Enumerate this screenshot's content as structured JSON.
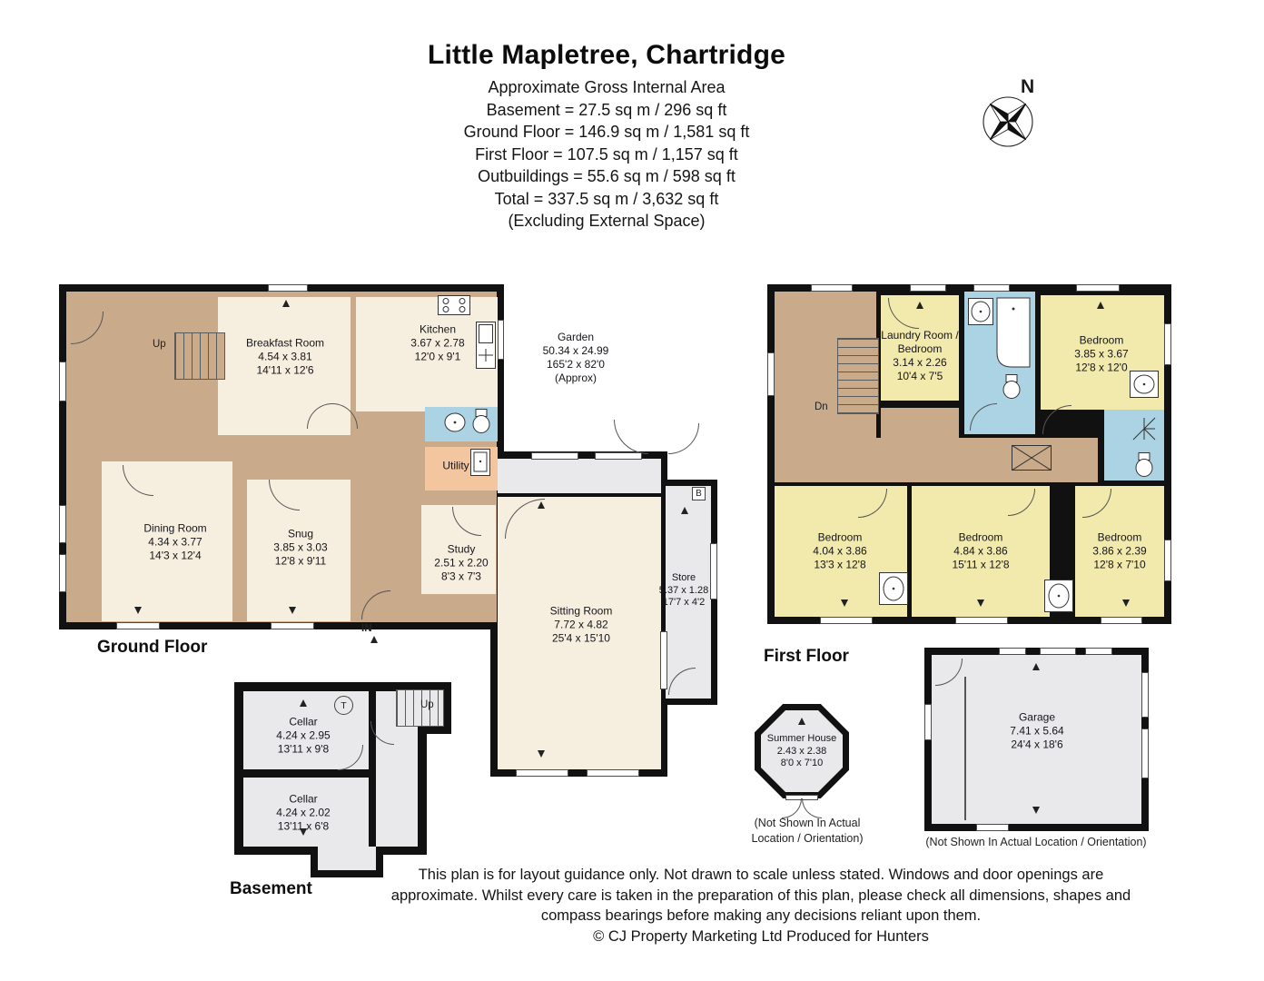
{
  "header": {
    "title": "Little Mapletree, Chartridge",
    "subtitle": "Approximate Gross Internal Area",
    "lines": [
      "Basement = 27.5 sq m / 296 sq ft",
      "Ground Floor = 146.9 sq m / 1,581 sq ft",
      "First Floor = 107.5 sq m / 1,157 sq ft",
      "Outbuildings = 55.6 sq m / 598 sq ft",
      "Total = 337.5 sq m / 3,632 sq ft"
    ],
    "excluding": "(Excluding External Space)"
  },
  "compass": {
    "north": "N"
  },
  "floor_labels": {
    "ground": "Ground Floor",
    "first": "First Floor",
    "basement": "Basement"
  },
  "markers": {
    "in": "IN",
    "up": "Up",
    "dn": "Dn",
    "t": "T",
    "b": "B"
  },
  "notes": {
    "not_shown": "(Not Shown In Actual Location / Orientation)"
  },
  "rooms": {
    "breakfast": {
      "name": "Breakfast Room",
      "metric": "4.54 x 3.81",
      "imperial": "14'11 x 12'6"
    },
    "kitchen": {
      "name": "Kitchen",
      "metric": "3.67 x 2.78",
      "imperial": "12'0 x 9'1"
    },
    "garden": {
      "name": "Garden",
      "metric": "50.34 x 24.99",
      "imperial": "165'2 x 82'0",
      "note": "(Approx)"
    },
    "utility": {
      "name": "Utility"
    },
    "dining": {
      "name": "Dining Room",
      "metric": "4.34 x 3.77",
      "imperial": "14'3 x 12'4"
    },
    "snug": {
      "name": "Snug",
      "metric": "3.85 x 3.03",
      "imperial": "12'8 x 9'11"
    },
    "study": {
      "name": "Study",
      "metric": "2.51 x 2.20",
      "imperial": "8'3 x 7'3"
    },
    "sitting": {
      "name": "Sitting Room",
      "metric": "7.72 x 4.82",
      "imperial": "25'4 x 15'10"
    },
    "store": {
      "name": "Store",
      "metric": "5.37 x 1.28",
      "imperial": "17'7 x 4'2"
    },
    "laundry": {
      "name": "Laundry Room / Bedroom",
      "metric": "3.14 x 2.26",
      "imperial": "10'4 x 7'5"
    },
    "bedroom_top": {
      "name": "Bedroom",
      "metric": "3.85 x 3.67",
      "imperial": "12'8 x 12'0"
    },
    "bedroom_left": {
      "name": "Bedroom",
      "metric": "4.04 x 3.86",
      "imperial": "13'3 x 12'8"
    },
    "bedroom_middle": {
      "name": "Bedroom",
      "metric": "4.84 x 3.86",
      "imperial": "15'11 x 12'8"
    },
    "bedroom_right": {
      "name": "Bedroom",
      "metric": "3.86 x 2.39",
      "imperial": "12'8 x 7'10"
    },
    "cellar_upper": {
      "name": "Cellar",
      "metric": "4.24 x 2.95",
      "imperial": "13'11 x 9'8"
    },
    "cellar_lower": {
      "name": "Cellar",
      "metric": "4.24 x 2.02",
      "imperial": "13'11 x 6'8"
    },
    "summer_house": {
      "name": "Summer House",
      "metric": "2.43 x 2.38",
      "imperial": "8'0 x 7'10"
    },
    "garage": {
      "name": "Garage",
      "metric": "7.41 x 5.64",
      "imperial": "24'4 x 18'6"
    }
  },
  "footer": {
    "disclaimer": "This plan is for layout guidance only. Not drawn to scale unless stated. Windows and door openings are approximate. Whilst every care is taken in the preparation of this plan, please check all dimensions, shapes and compass bearings before making any decisions reliant upon them.",
    "copyright": "© CJ Property Marketing Ltd Produced for Hunters"
  },
  "palette": {
    "wall": "#111111",
    "paper": "#ffffff",
    "ink": "#1a1a1a",
    "cream": "#f6efdf",
    "hall": "#c9aa8b",
    "bedroom": "#f2e9ac",
    "bath": "#abd3e3",
    "utility": "#f4c6a0",
    "store": "#e9e9ec"
  }
}
